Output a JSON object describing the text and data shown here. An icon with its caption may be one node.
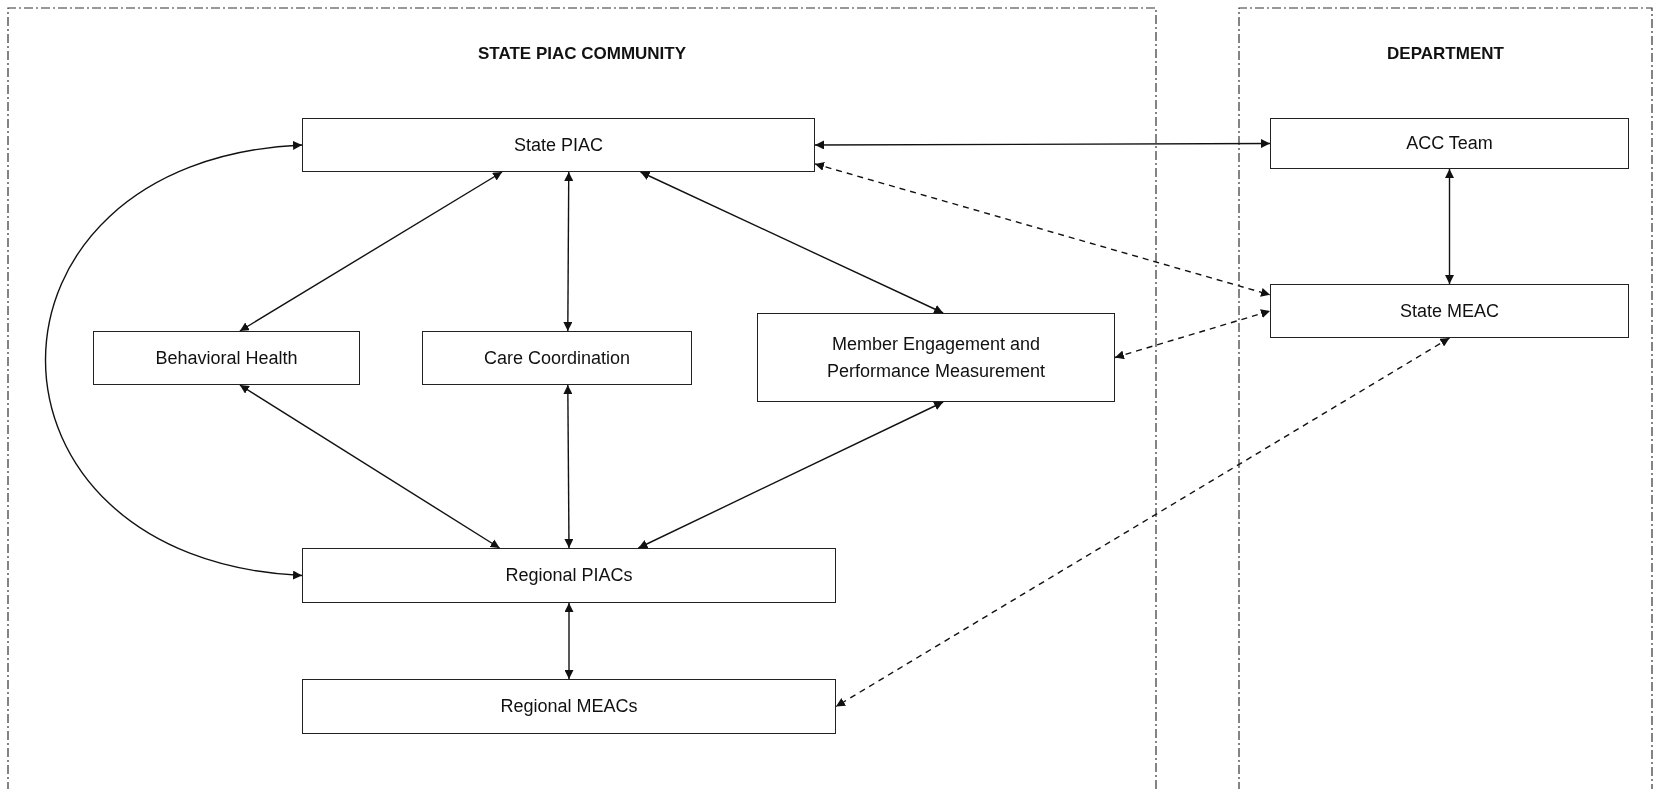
{
  "diagram": {
    "nodes": [
      {
        "text": [
          "STATE PIAC COMMUNITY"
        ]
      },
      {
        "text": [
          "State PIAC"
        ],
        "in": 0
      },
      {
        "text": [
          "Behavioral Health"
        ],
        "in": 0
      },
      {
        "text": [
          "Care Coordination"
        ],
        "in": 0
      },
      {
        "text": [
          "Member Engagement and Performance Measurement"
        ],
        "in": 0
      },
      {
        "text": [
          "Regional PIACs"
        ],
        "in": 0
      },
      {
        "text": [
          "Regional MEACs"
        ],
        "in": 0
      },
      {
        "text": [
          "DEPARTMENT"
        ]
      },
      {
        "text": [
          "ACC Team"
        ],
        "in": 7
      },
      {
        "text": [
          "State MEAC"
        ],
        "in": 7
      }
    ],
    "edges": [
      {
        "from": 1,
        "to": 8,
        "arrow": "both"
      },
      {
        "from": 1,
        "to": 2,
        "arrow": "both"
      },
      {
        "from": 1,
        "to": 3,
        "arrow": "both"
      },
      {
        "from": 1,
        "to": 4,
        "arrow": "both"
      },
      {
        "from": 2,
        "to": 5,
        "arrow": "both"
      },
      {
        "from": 3,
        "to": 5,
        "arrow": "both"
      },
      {
        "from": 4,
        "to": 5,
        "arrow": "both"
      },
      {
        "from": 1,
        "to": 5,
        "arrow": "both"
      },
      {
        "from": 5,
        "to": 6,
        "arrow": "both"
      },
      {
        "from": 8,
        "to": 9,
        "arrow": "both"
      },
      {
        "from": 1,
        "to": 9,
        "arrow": "both",
        "style": "dashed"
      },
      {
        "from": 4,
        "to": 9,
        "arrow": "both",
        "style": "dashed"
      },
      {
        "from": 9,
        "to": 6,
        "arrow": "both",
        "style": "dashed"
      }
    ]
  }
}
